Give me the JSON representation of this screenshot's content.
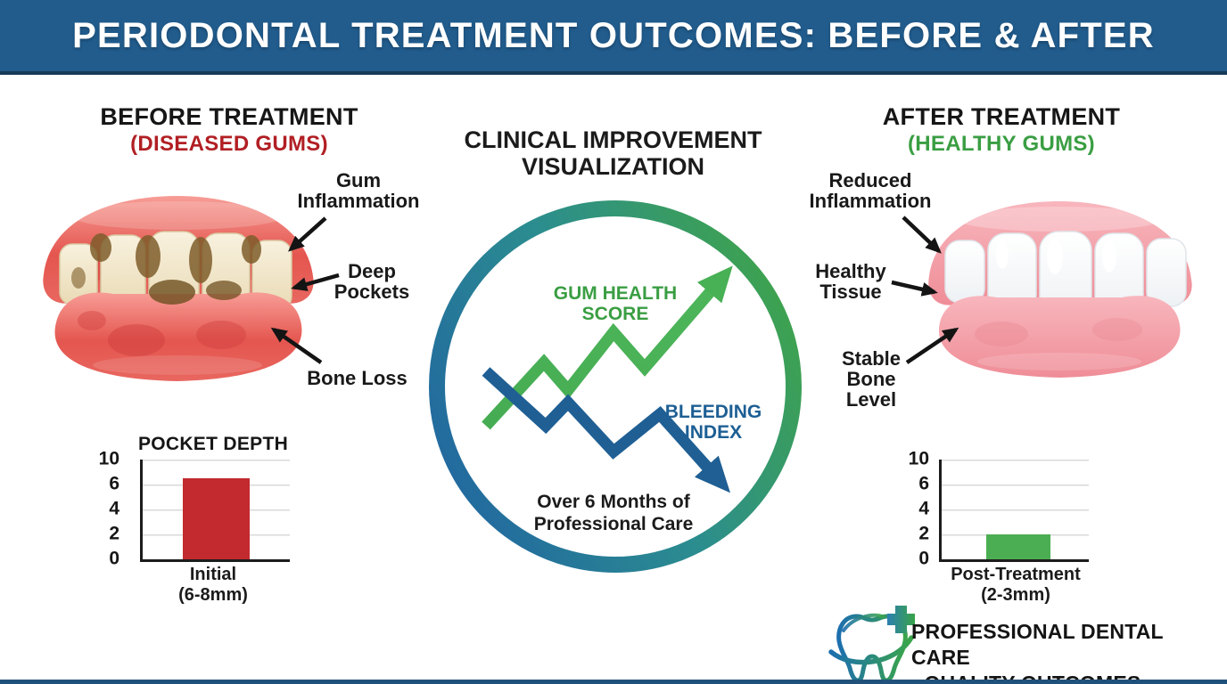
{
  "header": {
    "title": "PERIODONTAL TREATMENT OUTCOMES: BEFORE & AFTER"
  },
  "before_section": {
    "title": "BEFORE TREATMENT",
    "subtitle": "(DISEASED GUMS)",
    "callouts": [
      {
        "lines": [
          "Gum",
          "Inflammation"
        ]
      },
      {
        "lines": [
          "Deep",
          "Pockets"
        ]
      },
      {
        "lines": [
          "Bone Loss"
        ]
      }
    ]
  },
  "center_section": {
    "title_lines": [
      "CLINICAL IMPROVEMENT",
      "VISUALIZATION"
    ],
    "rising_label_lines": [
      "GUM HEALTH",
      "SCORE"
    ],
    "falling_label_lines": [
      "BLEEDING",
      "INDEX"
    ],
    "caption_lines": [
      "Over 6 Months of",
      "Professional Care"
    ]
  },
  "after_section": {
    "title": "AFTER TREATMENT",
    "subtitle": "(HEALTHY GUMS)",
    "callouts": [
      {
        "lines": [
          "Reduced",
          "Inflammation"
        ]
      },
      {
        "lines": [
          "Healthy",
          "Tissue"
        ]
      },
      {
        "lines": [
          "Stable",
          "Bone",
          "Level"
        ]
      }
    ]
  },
  "footer": {
    "logo_lines": [
      "PROFESSIONAL DENTAL CARE",
      "- QUALITY OUTCOMES"
    ]
  },
  "colors": {
    "header_blue": "#215c8d",
    "diseased_red": "#b11f24",
    "healthy_green": "#3a9e43",
    "trend_green": "#42a84f",
    "trend_blue": "#1f5f94"
  },
  "chart_data": [
    {
      "type": "bar",
      "title": "POCKET DEPTH",
      "categories": [
        "Initial (6-8mm)"
      ],
      "category_lines": [
        "Initial",
        "(6-8mm)"
      ],
      "values": [
        7
      ],
      "bar_color": "#c22a30",
      "yticks": [
        0,
        2,
        4,
        6,
        10
      ],
      "ylim": [
        0,
        10
      ],
      "grid": true,
      "legend": "none"
    },
    {
      "type": "bar",
      "title": "",
      "categories": [
        "Post-Treatment (2-3mm)"
      ],
      "category_lines": [
        "Post-Treatment",
        "(2-3mm)"
      ],
      "values": [
        2
      ],
      "bar_color": "#4cae52",
      "yticks": [
        0,
        2,
        4,
        6,
        10
      ],
      "ylim": [
        0,
        10
      ],
      "grid": true,
      "legend": "none"
    }
  ]
}
